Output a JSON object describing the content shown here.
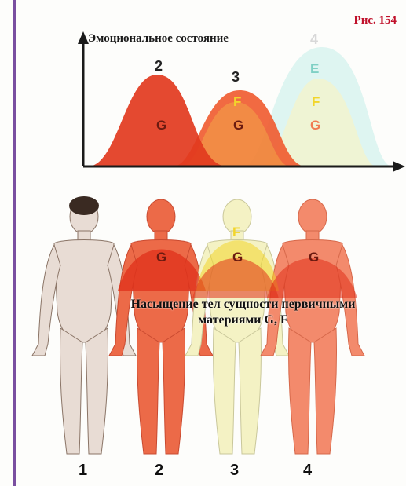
{
  "figure_label": "Рис. 154",
  "chart": {
    "title": "Эмоциональное состояние",
    "peak_labels": [
      "2",
      "3",
      "4"
    ],
    "letters": {
      "peak2": [
        "G"
      ],
      "peak3": [
        "F",
        "G"
      ],
      "peak4": [
        "E",
        "F",
        "G"
      ]
    }
  },
  "figures": {
    "letters": {
      "fig2": [
        "G"
      ],
      "fig3": [
        "F",
        "G"
      ],
      "fig4": [
        "G"
      ]
    },
    "caption_line1": "Насыщение тел сущности первичными",
    "caption_line2": "материями G, F",
    "numbers": [
      "1",
      "2",
      "3",
      "4"
    ]
  },
  "colors": {
    "red": "#e23a1e",
    "orange": "#f06a40",
    "pale_yellow": "#f7f3b8",
    "pale_cyan": "#d8f3ef",
    "axis": "#1a1a1a",
    "label_red": "#c0102a",
    "letter_yellow": "#f2d52a"
  }
}
